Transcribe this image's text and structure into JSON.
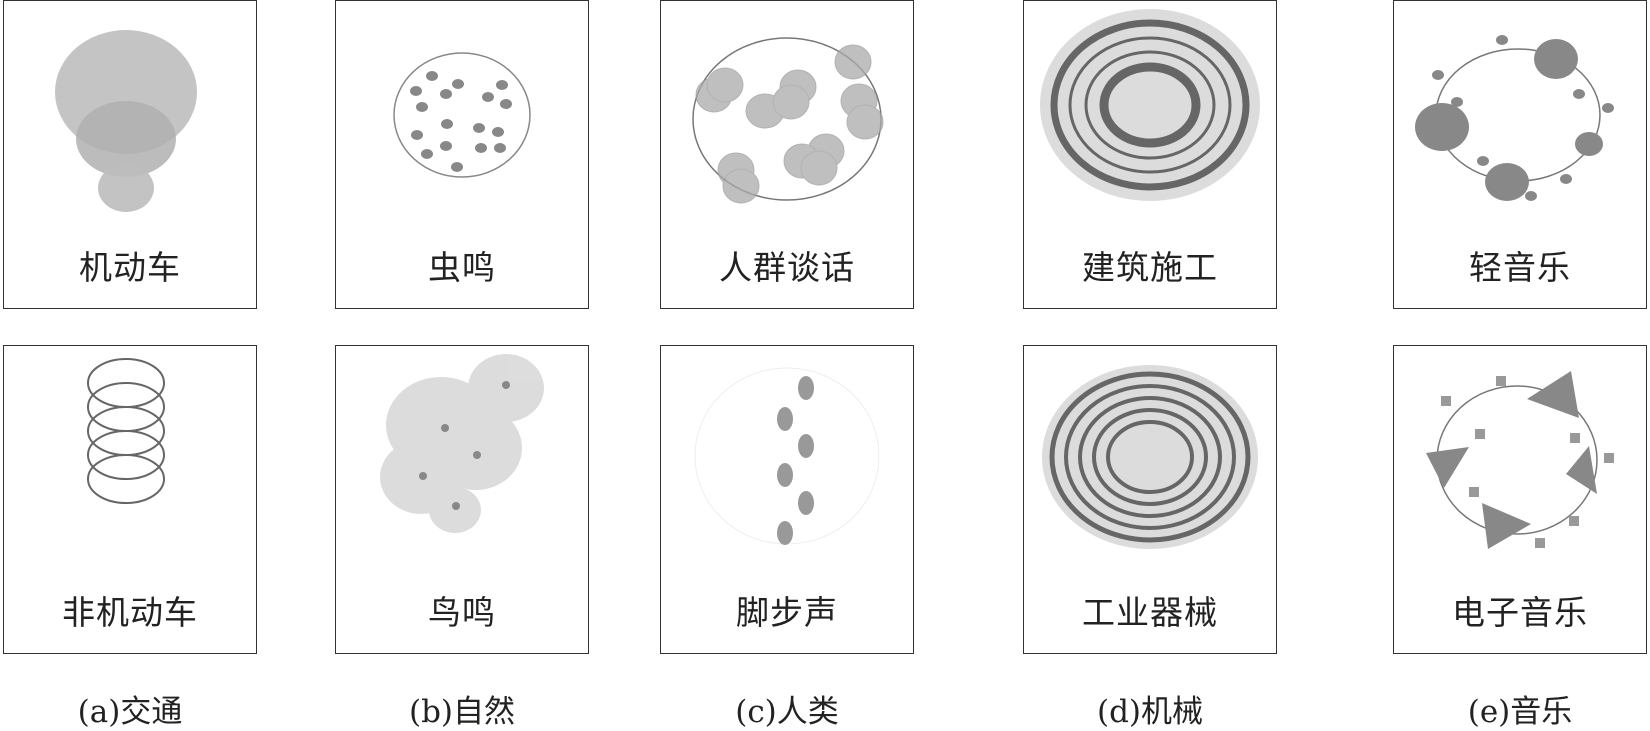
{
  "panels": {
    "motor_vehicle": "机动车",
    "insect": "虫鸣",
    "crowd_talk": "人群谈话",
    "construction": "建筑施工",
    "light_music": "轻音乐",
    "non_motor_vehicle": "非机动车",
    "bird": "鸟鸣",
    "footsteps": "脚步声",
    "industrial_machinery": "工业器械",
    "electronic_music": "电子音乐"
  },
  "captions": {
    "a": "(a)交通",
    "b": "(b)自然",
    "c": "(c)人类",
    "d": "(d)机械",
    "e": "(e)音乐"
  },
  "colors": {
    "border": "#333333",
    "fill_light": "#c8c8c8",
    "fill_mid": "#a0a0a0",
    "fill_dark": "#777777",
    "ring_dark": "#666666"
  }
}
